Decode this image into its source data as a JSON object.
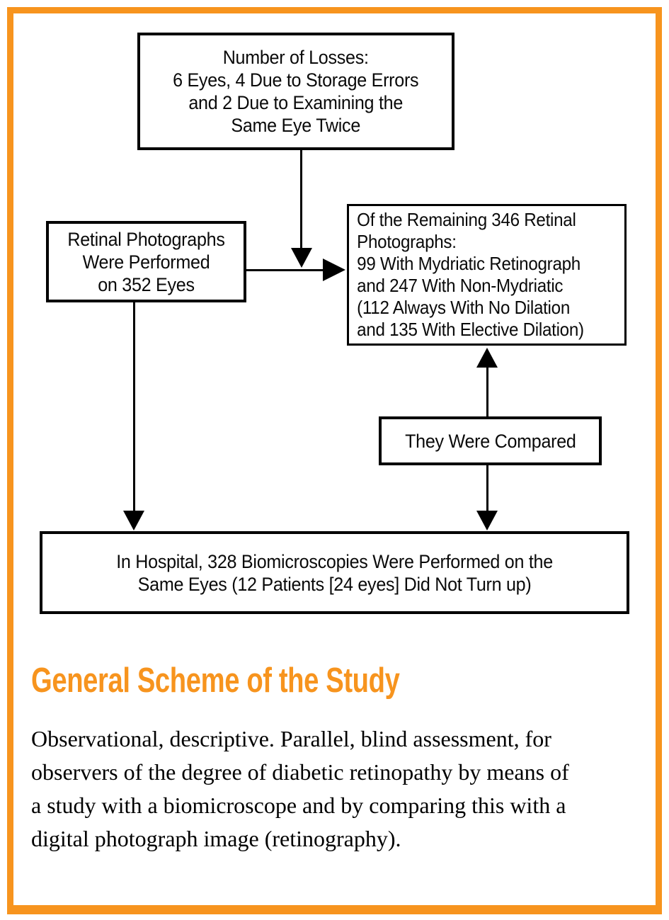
{
  "colors": {
    "accent": "#F7941E",
    "box_border": "#000000",
    "background": "#FFFFFF"
  },
  "flowchart": {
    "losses": {
      "lines": [
        "Number of Losses:",
        "6 Eyes, 4 Due to Storage Errors",
        "and 2 Due to Examining the",
        "Same Eye Twice"
      ]
    },
    "retinal": {
      "lines": [
        "Retinal Photographs",
        "Were Performed",
        "on 352 Eyes"
      ]
    },
    "remaining": {
      "lines": [
        "Of the Remaining 346 Retinal",
        "Photographs:",
        "99 With Mydriatic Retinograph",
        "and 247 With Non-Mydriatic",
        "(112 Always With No Dilation",
        "and 135 With Elective Dilation)"
      ]
    },
    "compared": {
      "line": "They Were Compared"
    },
    "hospital": {
      "lines": [
        "In Hospital, 328 Biomicroscopies Were Performed on the",
        "Same Eyes (12 Patients [24 eyes] Did Not Turn up)"
      ]
    }
  },
  "heading": {
    "text": "General Scheme of the Study"
  },
  "paragraph": {
    "lines": [
      "Observational, descriptive. Parallel, blind assessment, for",
      "observers of the degree of diabetic retinopathy by means of",
      "a study with a biomicroscope and by comparing this with a",
      "digital photograph image (retinography)."
    ]
  }
}
